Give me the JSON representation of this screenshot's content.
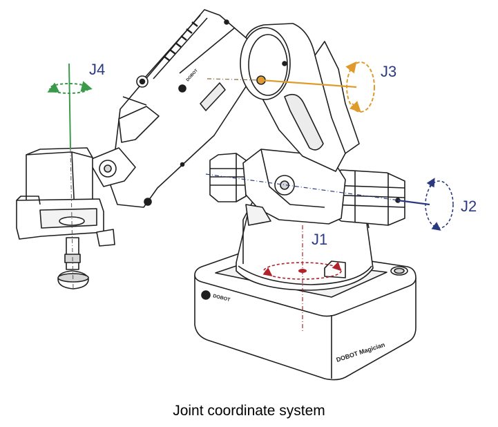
{
  "caption": "Joint coordinate system",
  "brand": {
    "arm_logo": "DOBOT",
    "base_logo": "DOBOT",
    "model_label": "DOBOT Magician"
  },
  "joints": [
    {
      "id": "J1",
      "label": "J1",
      "color": "#b0232a",
      "axis": "vertical, through base center"
    },
    {
      "id": "J2",
      "label": "J2",
      "color": "#2b3a80",
      "axis": "horizontal, through shoulder motors"
    },
    {
      "id": "J3",
      "label": "J3",
      "color": "#e09a2c",
      "axis": "horizontal, through elbow joint"
    },
    {
      "id": "J4",
      "label": "J4",
      "color": "#3a9a4a",
      "axis": "vertical, through end-effector"
    }
  ],
  "colors": {
    "outline": "#1e1e1e",
    "body_fill": "#ffffff",
    "shade": "#d6d6d6",
    "label_text": "#2b3a80"
  }
}
